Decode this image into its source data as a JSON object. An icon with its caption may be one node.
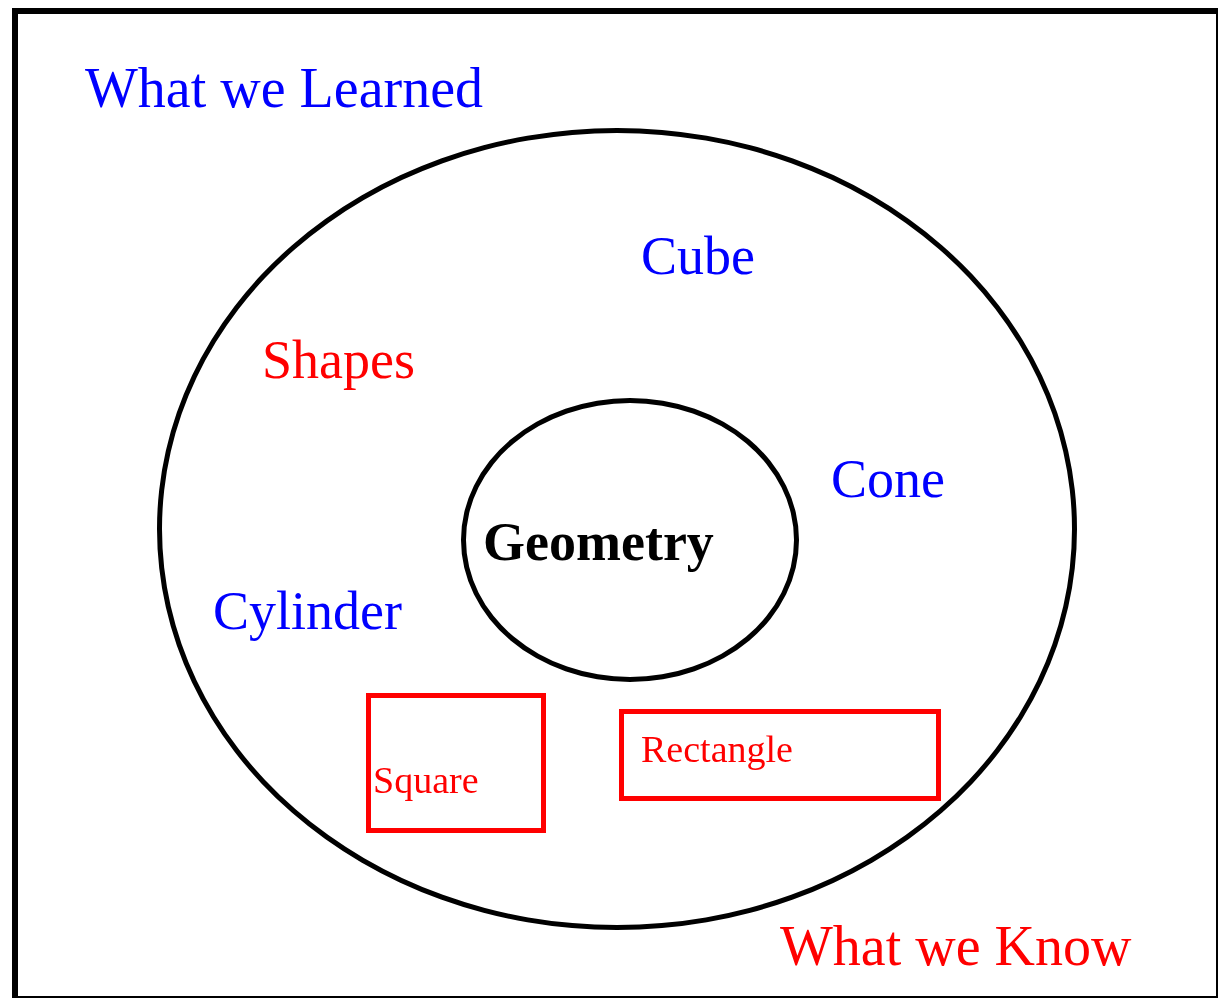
{
  "diagram": {
    "nodes": [
      {
        "text": [
          "What we Learned",
          "What we Know"
        ]
      },
      {
        "text": [
          "Cube",
          "Shapes",
          "Cone",
          "Cylinder"
        ],
        "in": 0
      },
      {
        "text": [
          "Geometry"
        ],
        "in": 1
      },
      {
        "text": [
          "Square"
        ],
        "in": 1
      },
      {
        "text": [
          "Rectangle"
        ],
        "in": 1
      }
    ]
  }
}
